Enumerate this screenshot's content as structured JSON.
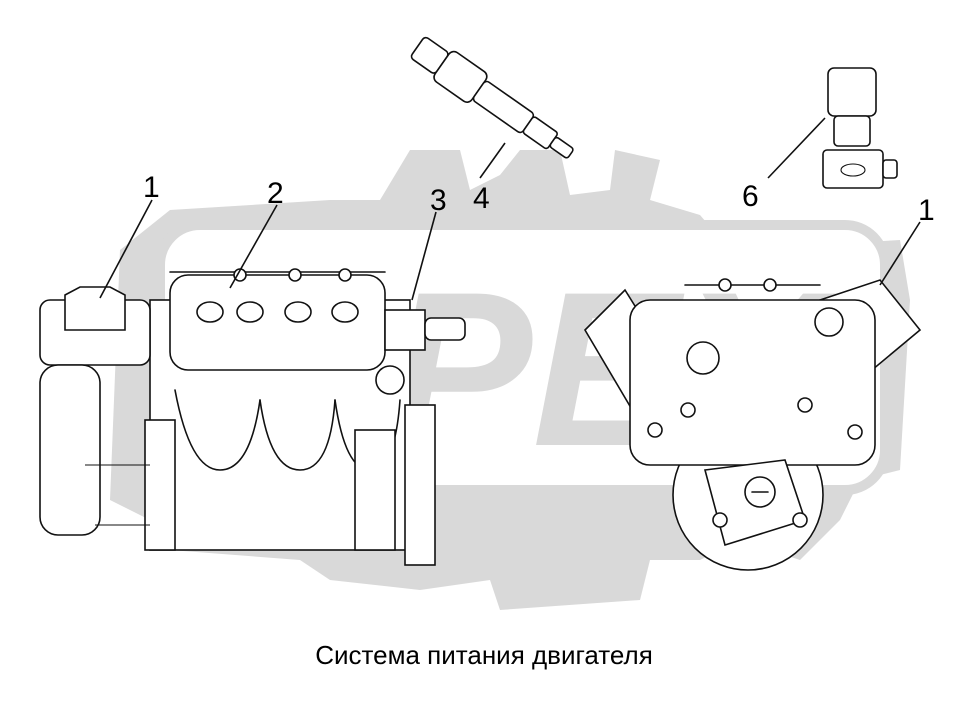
{
  "caption": "Система питания двигателя",
  "callouts": [
    {
      "label": "1"
    },
    {
      "label": "2"
    },
    {
      "label": "3"
    },
    {
      "label": "4"
    },
    {
      "label": "6"
    },
    {
      "label": "1"
    }
  ],
  "watermark": {
    "shape": "gear-icon",
    "text": "OPEX",
    "color": "#d9d9d9"
  }
}
